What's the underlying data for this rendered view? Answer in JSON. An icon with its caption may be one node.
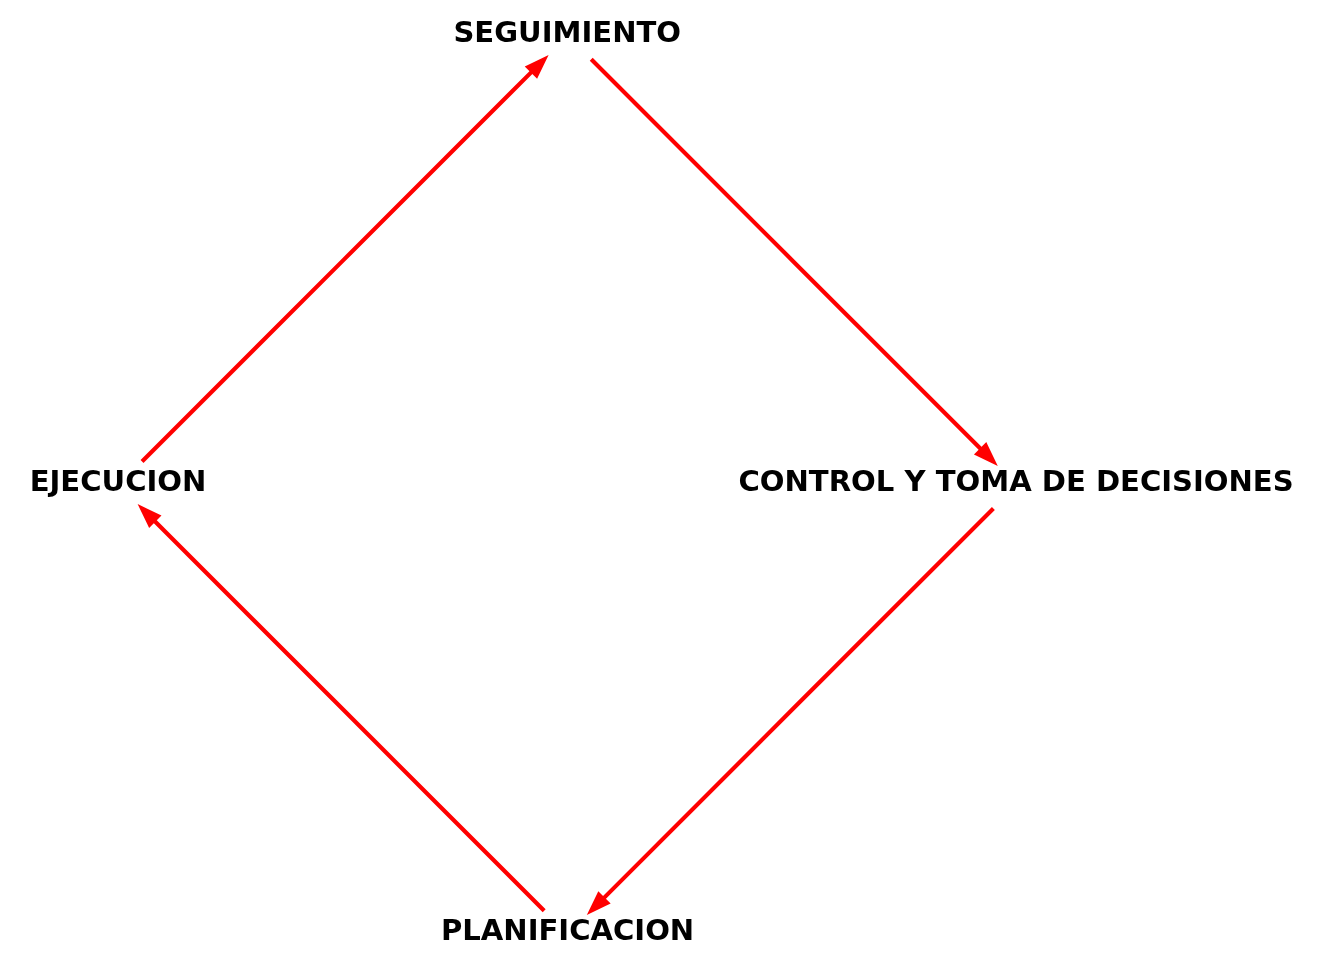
{
  "diagram": {
    "nodes": [
      {
        "text": [
          "PLANIFICACION"
        ]
      },
      {
        "text": [
          "EJECUCION"
        ]
      },
      {
        "text": [
          "SEGUIMIENTO"
        ]
      },
      {
        "text": [
          "CONTROL Y TOMA DE DECISIONES"
        ]
      }
    ],
    "edges": [
      {
        "from": 0,
        "to": 1,
        "arrow": "to"
      },
      {
        "from": 1,
        "to": 2,
        "arrow": "to"
      },
      {
        "from": 2,
        "to": 3,
        "arrow": "to"
      },
      {
        "from": 3,
        "to": 0,
        "arrow": "to"
      }
    ]
  }
}
